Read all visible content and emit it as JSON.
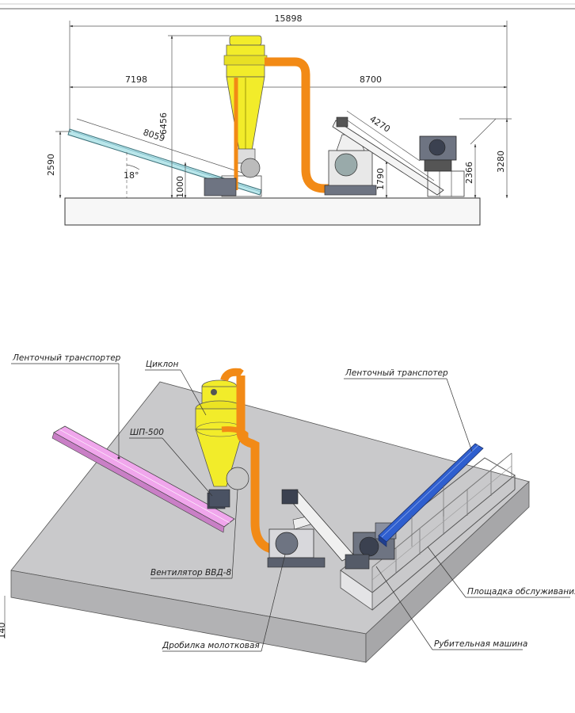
{
  "side_view": {
    "dimensions": {
      "overall_length": "15898",
      "left_span": "7198",
      "right_span": "8700",
      "conveyor_length": "8059",
      "cyclone_height": "6456",
      "left_conveyor_height": "2590",
      "conveyor_angle": "18°",
      "conveyor_base_height": "1000",
      "crusher_height": "1790",
      "right_conveyor_length": "4270",
      "chipper_height": "2366",
      "right_total_height": "3280"
    }
  },
  "iso_view": {
    "labels": {
      "belt_conveyor_left": "Ленточный транспортер",
      "cyclone": "Циклон",
      "shp500": "ШП-500",
      "fan": "Вентилятор ВВД-8",
      "hammer_crusher": "Дробилка молотковая",
      "belt_conveyor_right": "Ленточный транспотер",
      "service_platform": "Площадка обслуживания",
      "chipper": "Рубительная машина",
      "slab_thickness": "140"
    }
  },
  "colors": {
    "cyclone": "#f2ec2a",
    "pipe": "#f28a16",
    "conveyor_left_side": "#b9e6ea",
    "conveyor_left_iso": "#f0a6ec",
    "conveyor_right_iso": "#2f5fcf",
    "slab_top": "#c9c9cb",
    "slab_side": "#b2b2b4",
    "machine": "#6e7482"
  }
}
